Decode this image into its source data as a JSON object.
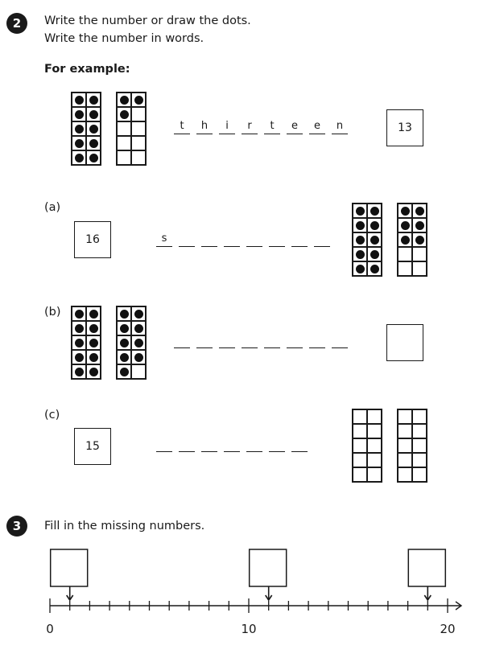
{
  "q2": {
    "number": "2",
    "instructions": [
      "Write the number or draw the dots.",
      "Write the number in words."
    ],
    "example_label": "For example:",
    "example": {
      "letters": [
        "t",
        "h",
        "i",
        "r",
        "t",
        "e",
        "e",
        "n"
      ],
      "number": "13",
      "frames": [
        10,
        3
      ]
    },
    "parts": [
      {
        "label": "(a)",
        "number": "16",
        "letters": [
          "s",
          "",
          "",
          "",
          "",
          "",
          "",
          ""
        ],
        "frames": [
          10,
          6
        ]
      },
      {
        "label": "(b)",
        "number": "",
        "letters": [
          "",
          "",
          "",
          "",
          "",
          "",
          "",
          ""
        ],
        "frames": [
          10,
          9
        ]
      },
      {
        "label": "(c)",
        "number": "15",
        "letters": [
          "",
          "",
          "",
          "",
          "",
          "",
          ""
        ],
        "frames": [
          0,
          0
        ]
      }
    ]
  },
  "q3": {
    "number": "3",
    "instruction": "Fill in the missing numbers.",
    "numberline": {
      "min": 0,
      "max": 20,
      "labels": [
        "0",
        "10",
        "20"
      ],
      "arrows_at": [
        1,
        11,
        19
      ]
    }
  }
}
